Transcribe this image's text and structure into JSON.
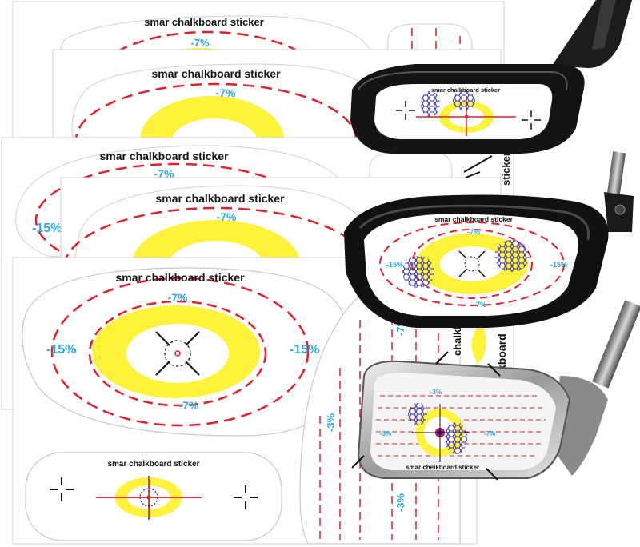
{
  "colors": {
    "dash_red": "#e0202a",
    "yellow": "#fff23a",
    "cyan": "#2aa8e0",
    "sheet_edge": "#c8c8c8",
    "club_black": "#141414",
    "net_blue": "#2a2ab8"
  },
  "sticker_title": "smar chalkboard sticker",
  "iron_label": "smar cheikboard sticker",
  "chalkboard_fragment": "chalkboard",
  "sticker_fragment": "sticker",
  "pct7": "-7%",
  "pct15": "-15%",
  "pct3": "-3%",
  "driver_pct7": "-7%",
  "driver_pct15": "-15%",
  "iron_pct3": "-3%",
  "iron_pct7": "-7%",
  "icons": [
    "crosshair-icon",
    "bullseye-icon",
    "impact-mark-icon"
  ]
}
